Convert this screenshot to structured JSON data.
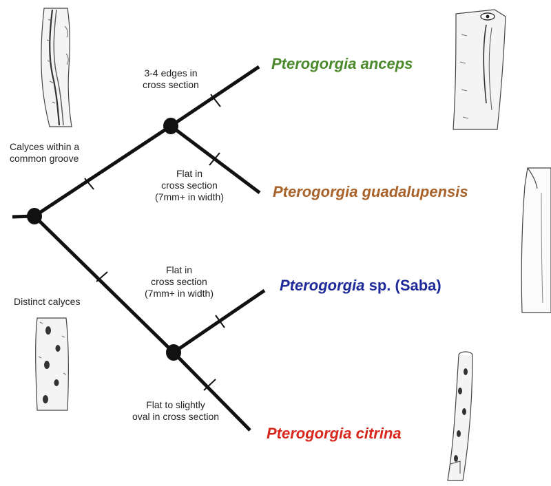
{
  "diagram": {
    "characters": {
      "grooved_calyces": "Calyces within a common groove",
      "grooved_calyces_line1": "Calyces within a",
      "grooved_calyces_line2": "common groove",
      "distinct_calyces": "Distinct calyces",
      "edges": {
        "line1": "3-4 edges in",
        "line2": "cross section"
      },
      "flat_upper": {
        "line1": "Flat in",
        "line2": "cross section",
        "line3": "(7mm+ in width)"
      },
      "flat_lower": {
        "line1": "Flat in",
        "line2": "cross section",
        "line3": "(7mm+ in width)"
      },
      "oval": {
        "line1": "Flat to slightly",
        "line2": "oval in cross section"
      }
    },
    "taxa": [
      {
        "genus": "Pterogorgia",
        "epithet": "anceps",
        "color": "#4a8a2a"
      },
      {
        "genus": "Pterogorgia",
        "epithet": "guadalupensis",
        "color": "#a8622a"
      },
      {
        "genus": "Pterogorgia",
        "epithet": "sp. (Saba)",
        "color": "#1f2a9a"
      },
      {
        "genus": "Pterogorgia",
        "epithet": "citrina",
        "color": "#d8281e"
      }
    ],
    "illustrations": [
      "grooved-branch-sketch",
      "anceps-branch-sketch",
      "guadalupensis-branch-sketch",
      "distinct-calyces-branch-sketch",
      "citrina-branch-sketch"
    ]
  }
}
